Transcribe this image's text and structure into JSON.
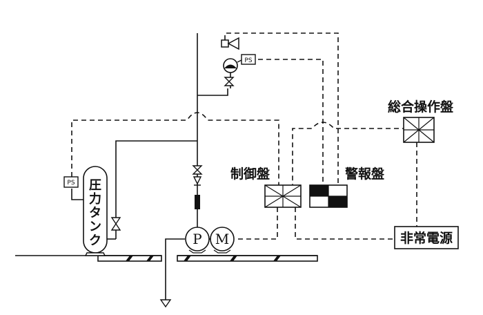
{
  "labels": {
    "pressure_tank": [
      "圧",
      "力",
      "タ",
      "ン",
      "ク"
    ],
    "control_panel": "制御盤",
    "alarm_panel": "警報盤",
    "general_panel": "総合操作盤",
    "emergency_power": "非常電源",
    "pump": "P",
    "motor": "M",
    "pressure_switch": "PS"
  },
  "colors": {
    "line": "#111111",
    "background": "#ffffff"
  },
  "icons": {
    "check_valve": "check-valve-icon",
    "gate_valve": "gate-valve-icon",
    "flow_switch": "flow-switch-icon",
    "drain": "drain-arrow-icon",
    "bell": "alarm-bell-icon"
  }
}
